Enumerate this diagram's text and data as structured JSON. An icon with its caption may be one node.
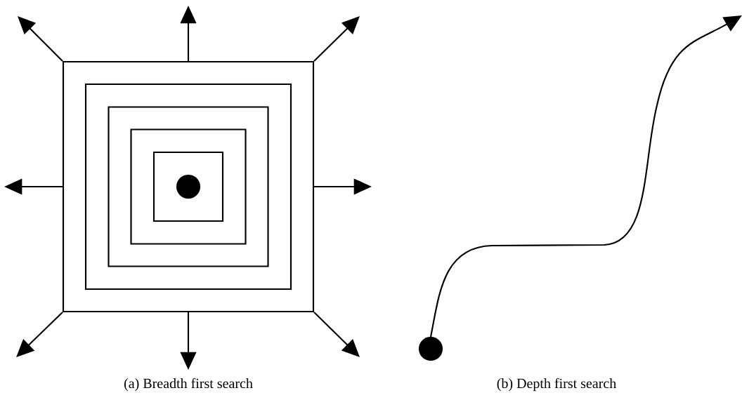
{
  "diagram": {
    "nodes": [
      {
        "text": [],
        "shape": "box"
      },
      {
        "text": [],
        "shape": "box",
        "in": 0
      },
      {
        "text": [],
        "shape": "box",
        "in": 1
      },
      {
        "text": [],
        "shape": "box",
        "in": 2
      },
      {
        "text": [],
        "shape": "box",
        "in": 3
      },
      {
        "text": [],
        "shape": "circle",
        "in": 4
      },
      {
        "text": [],
        "shape": "circle"
      }
    ],
    "edges": [
      {
        "from": 0,
        "to": null,
        "arrow": "to"
      },
      {
        "from": 0,
        "to": null,
        "arrow": "to"
      },
      {
        "from": 0,
        "to": null,
        "arrow": "to"
      },
      {
        "from": 0,
        "to": null,
        "arrow": "to"
      },
      {
        "from": 0,
        "to": null,
        "arrow": "to"
      },
      {
        "from": 0,
        "to": null,
        "arrow": "to"
      },
      {
        "from": 0,
        "to": null,
        "arrow": "to"
      },
      {
        "from": 0,
        "to": null,
        "arrow": "to"
      },
      {
        "from": 6,
        "to": null,
        "arrow": "to"
      }
    ],
    "labels": [
      "(a) Breadth first search",
      "(b) Depth first search"
    ]
  }
}
